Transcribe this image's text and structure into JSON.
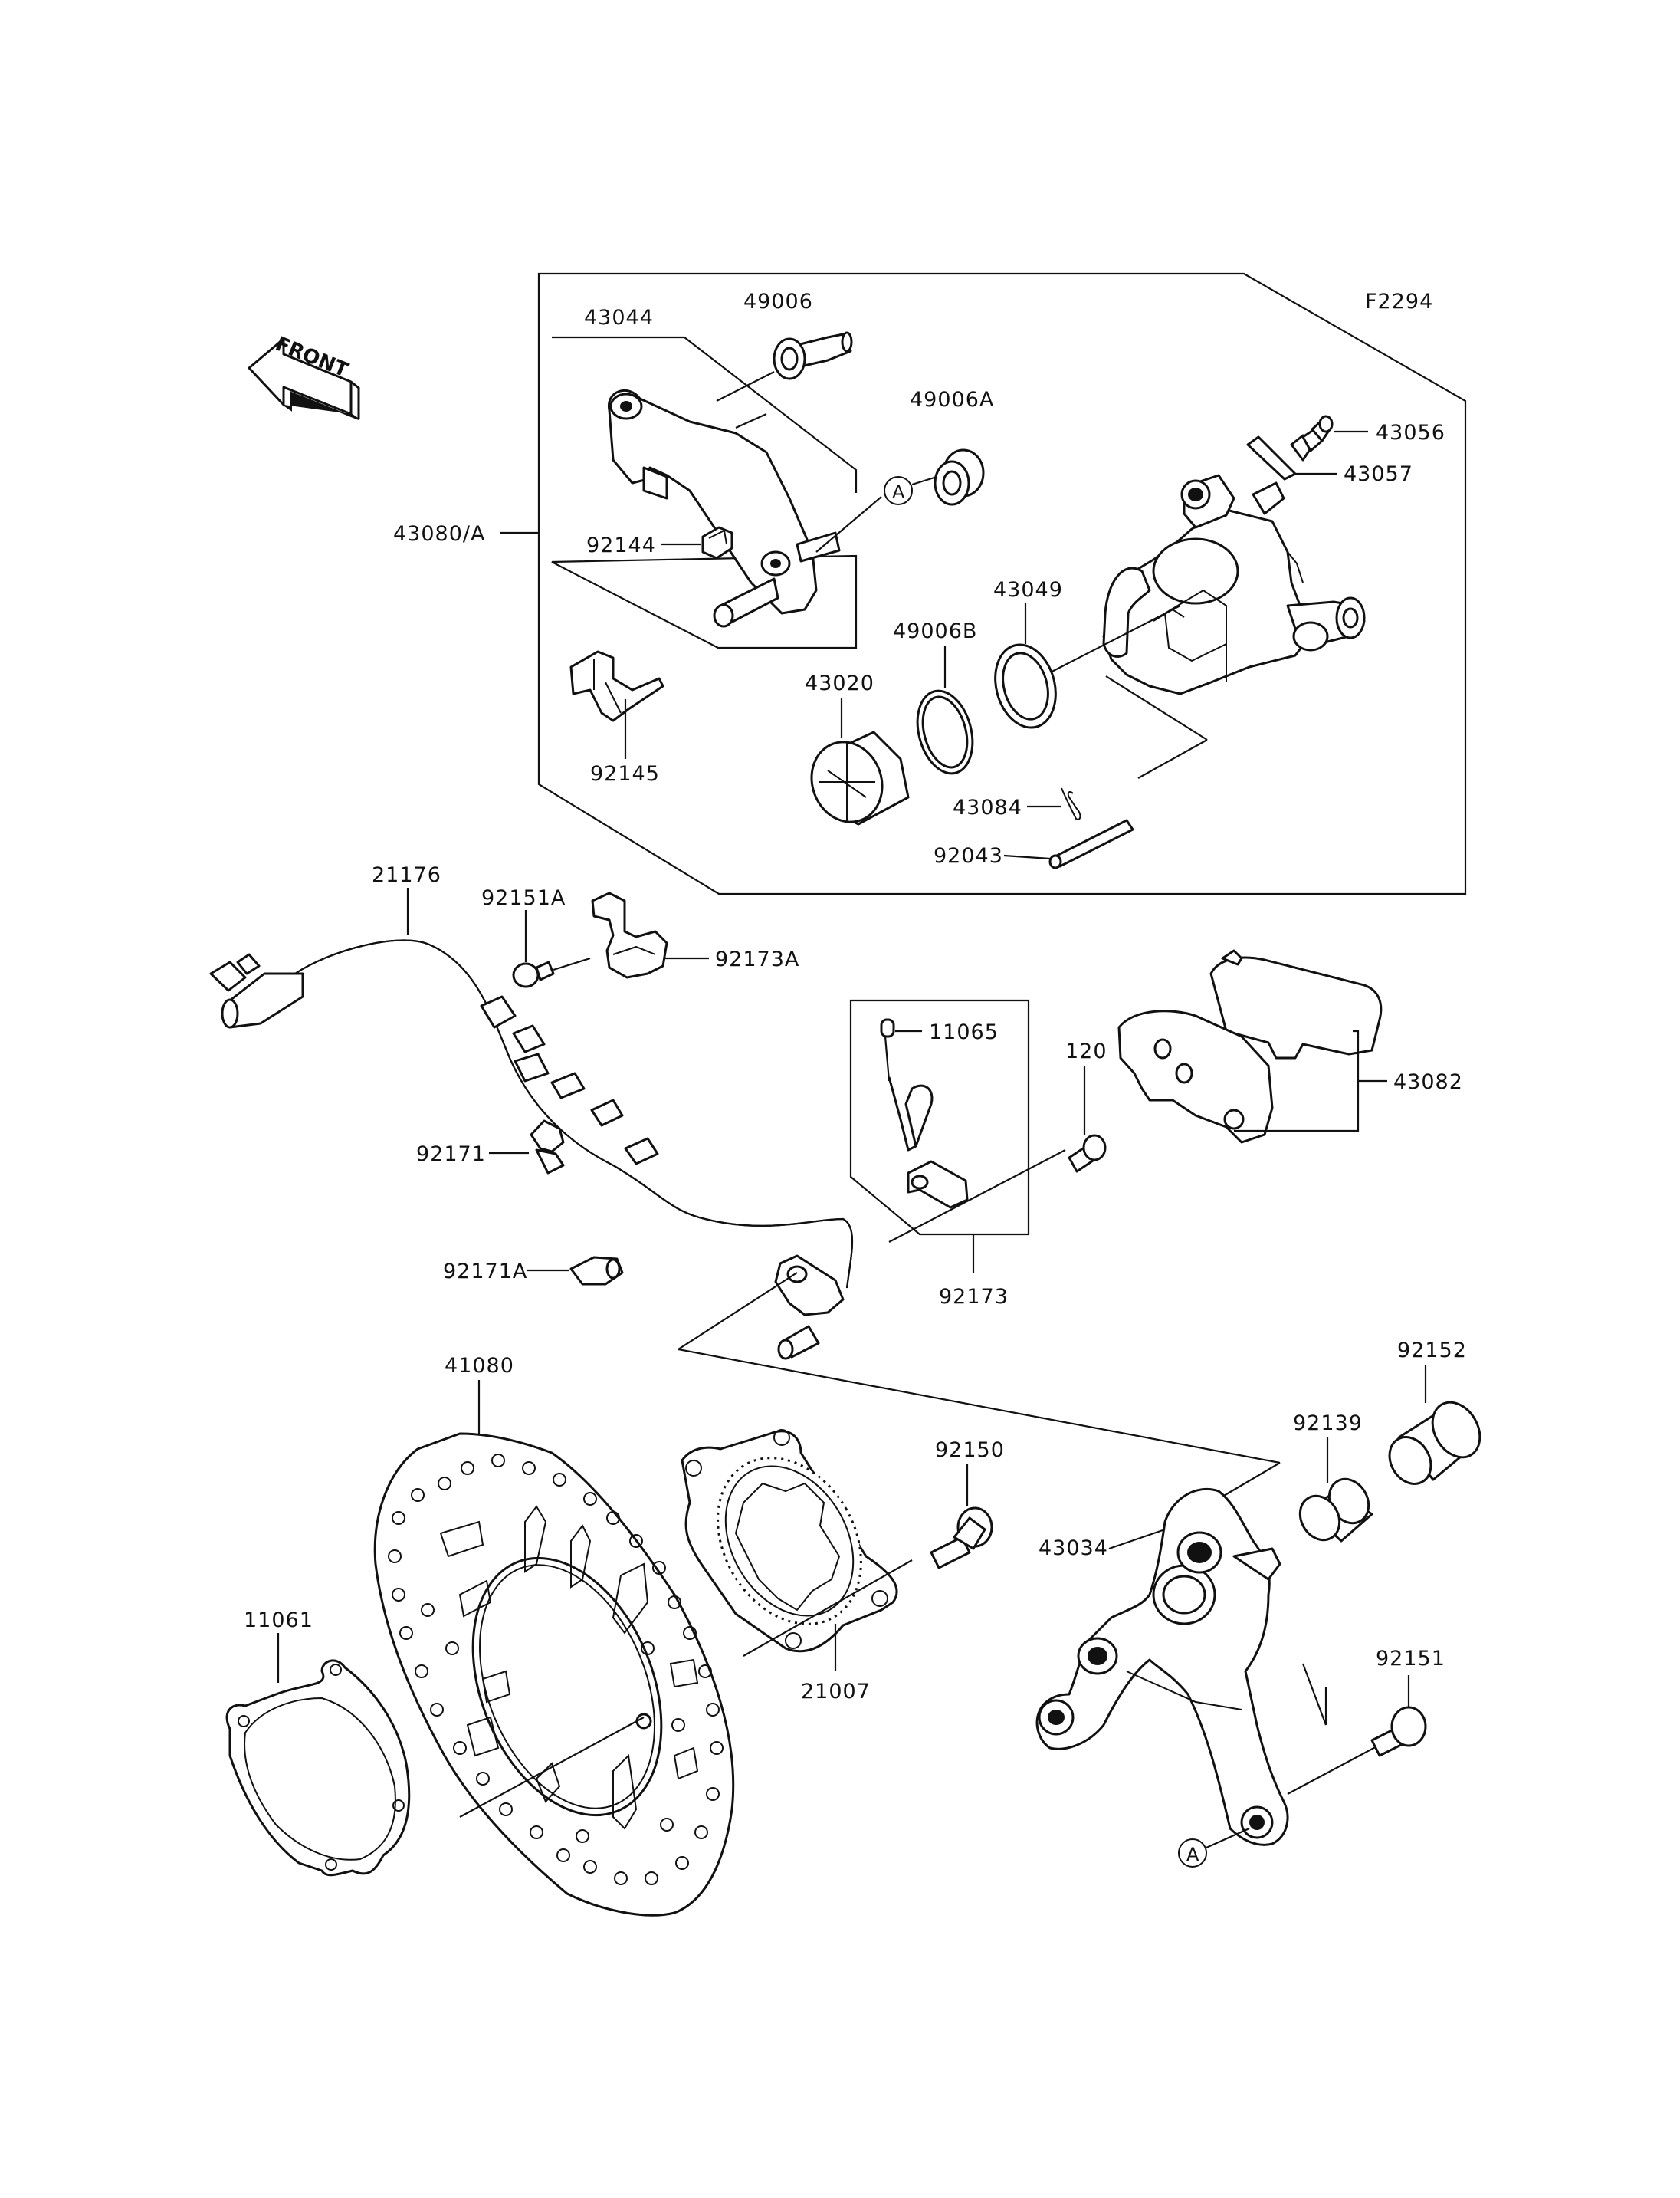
{
  "diagram": {
    "code": "F2294",
    "front_label": "FRONT",
    "callout": "A",
    "labels": {
      "p43044": "43044",
      "p49006": "49006",
      "p49006A": "49006A",
      "p43056": "43056",
      "p43057": "43057",
      "p43080A": "43080/A",
      "p92144": "92144",
      "p43049": "43049",
      "p49006B": "49006B",
      "p43020": "43020",
      "p92145": "92145",
      "p43084": "43084",
      "p92043": "92043",
      "p21176": "21176",
      "p92151A": "92151A",
      "p92173A": "92173A",
      "p11065": "11065",
      "p120": "120",
      "p43082": "43082",
      "p92171": "92171",
      "p92173": "92173",
      "p92171A": "92171A",
      "p41080": "41080",
      "p92152": "92152",
      "p92139": "92139",
      "p92150": "92150",
      "p43034": "43034",
      "p11061": "11061",
      "p21007": "21007",
      "p92151": "92151"
    }
  }
}
